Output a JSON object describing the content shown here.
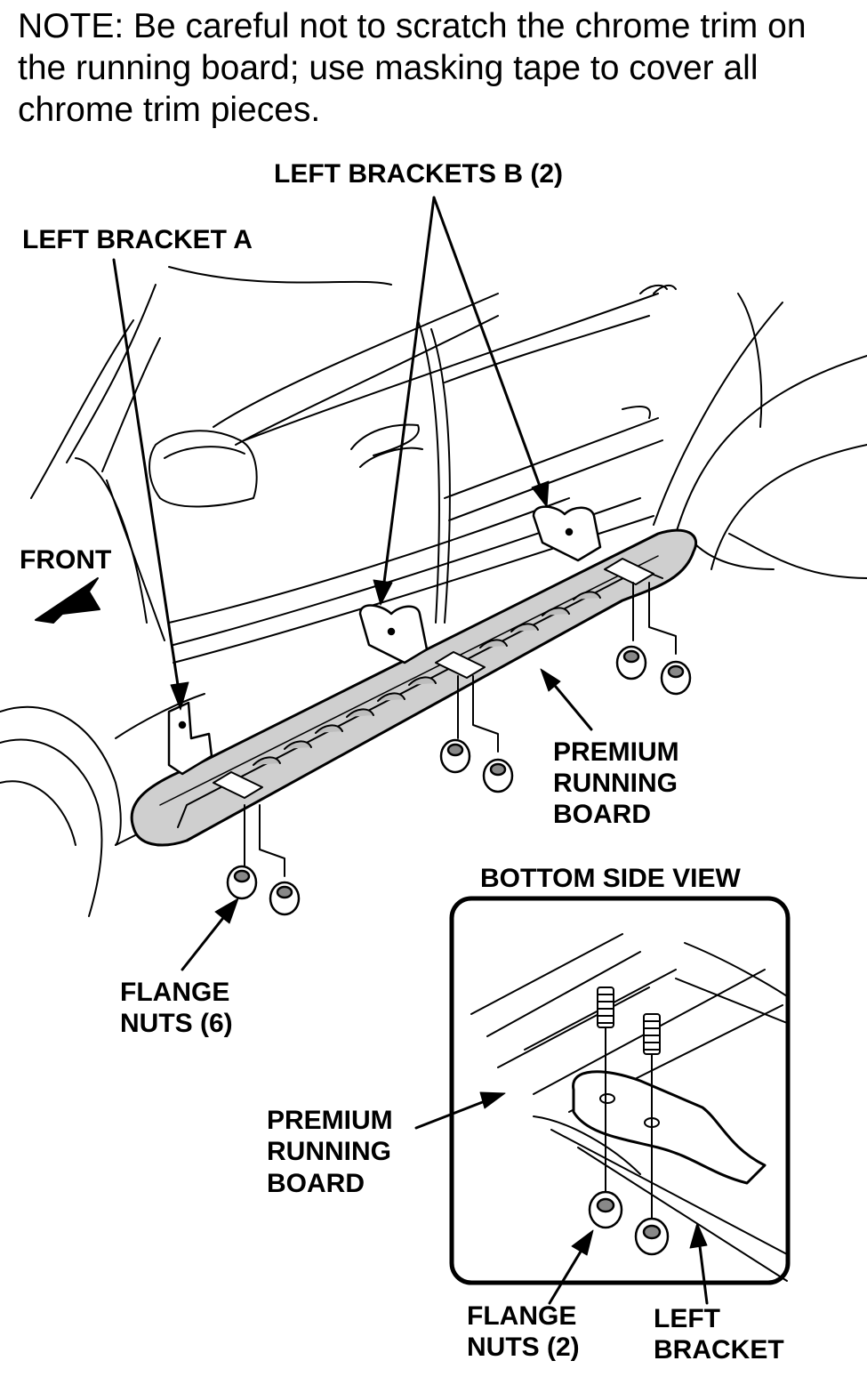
{
  "note": "NOTE:  Be careful not to scratch the chrome trim on the running board; use masking tape to cover all chrome trim pieces.",
  "labels": {
    "left_brackets_b": "LEFT BRACKETS B (2)",
    "left_bracket_a": "LEFT BRACKET A",
    "front": "FRONT",
    "premium_running_board_line1": "PREMIUM",
    "premium_running_board_line2": "RUNNING",
    "premium_running_board_line3": "BOARD",
    "flange_nuts_6_line1": "FLANGE",
    "flange_nuts_6_line2": "NUTS (6)",
    "bottom_side_view": "BOTTOM SIDE VIEW",
    "inset_board_line1": "PREMIUM",
    "inset_board_line2": "RUNNING",
    "inset_board_line3": "BOARD",
    "flange_nuts_2_line1": "FLANGE",
    "flange_nuts_2_line2": "NUTS (2)",
    "left_bracket_line1": "LEFT",
    "left_bracket_line2": "BRACKET"
  }
}
